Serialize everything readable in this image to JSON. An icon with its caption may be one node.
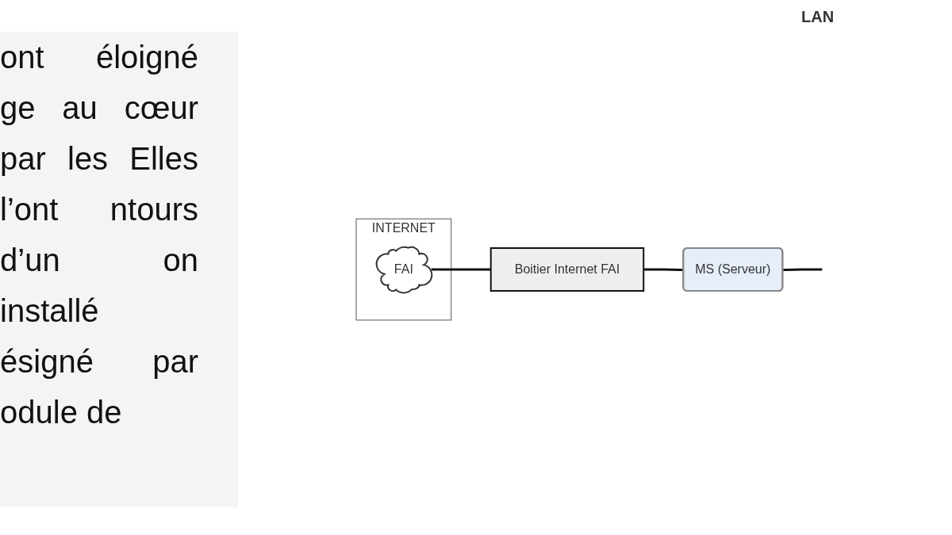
{
  "diagram": {
    "nodes": [
      {
        "text": [
          "INTERNET"
        ]
      },
      {
        "text": [
          "FAI"
        ],
        "in": 0
      },
      {
        "text": [
          "Boitier Internet FAI"
        ]
      },
      {
        "text": [
          "MS (Serveur)"
        ]
      }
    ],
    "edges": [
      {
        "from": 1,
        "to": 2,
        "arrow": "none"
      },
      {
        "from": 2,
        "to": 3,
        "arrow": "none"
      },
      {
        "from": 3,
        "to": null,
        "arrow": "none"
      }
    ],
    "labels": [
      "ont éloigné ge au cœur par les Elles l’ont ntours d’un on installé ésigné par odule de",
      "LAN"
    ]
  }
}
